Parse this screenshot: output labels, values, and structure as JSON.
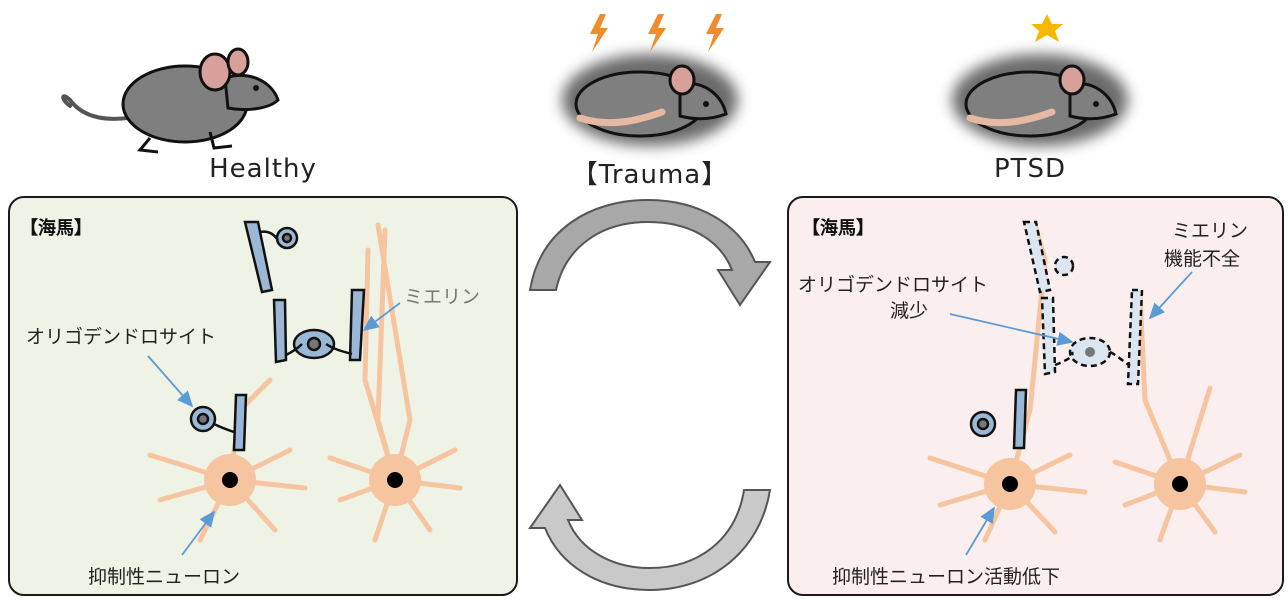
{
  "stages": {
    "healthy": "Healthy",
    "trauma": "【Trauma】",
    "ptsd": "PTSD"
  },
  "left_panel": {
    "region_tag": "【海馬】",
    "myelin_label": "ミエリン",
    "oligodendrocyte_label": "オリゴデンドロサイト",
    "neuron_label": "抑制性ニューロン"
  },
  "right_panel": {
    "region_tag": "【海馬】",
    "myelin_label_line1": "ミエリン",
    "myelin_label_line2": "機能不全",
    "oligodendrocyte_label_line1": "オリゴデンドロサイト",
    "oligodendrocyte_label_line2": "減少",
    "neuron_label": "抑制性ニューロン活動低下"
  },
  "colors": {
    "healthy_panel_bg": "#eef3e6",
    "ptsd_panel_bg": "#fbeeee",
    "neuron": "#f7c4a0",
    "neuron_nucleus": "#000000",
    "myelin": "#9ab8d6",
    "arrow_grey": "#a8a8a8",
    "lightning": "#f28a2e",
    "star": "#f5b800",
    "mouse": "#7f7f7f",
    "annotation_arrow": "#5b9bd5"
  },
  "icons": {
    "stress": "lightning-bolt-icon",
    "ptsd_marker": "star-icon",
    "cycle": "circular-arrow-icon"
  }
}
